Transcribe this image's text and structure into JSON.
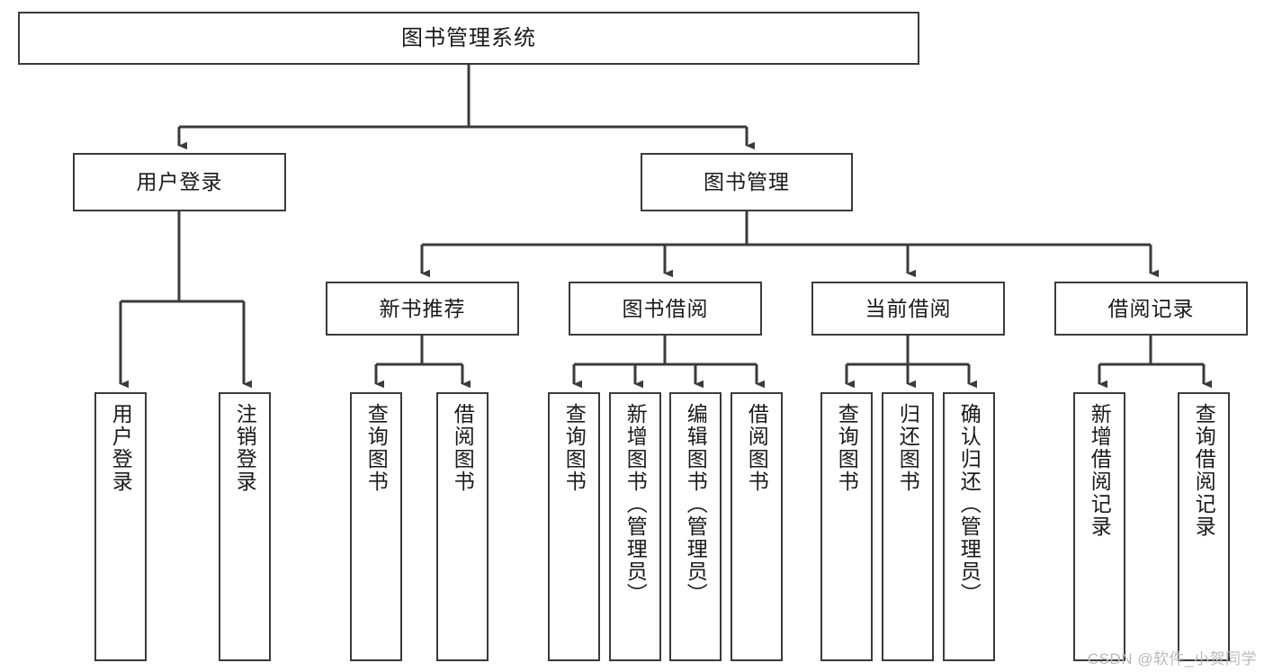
{
  "diagram": {
    "type": "tree-hierarchy-chart",
    "title": "图书管理系统",
    "watermark": "CSDN @软件_小贺同学",
    "colors": {
      "box_border": "#3b3b3b",
      "box_fill": "#ffffff",
      "edge": "#3b3b3b",
      "text": "#1a1a1a",
      "watermark": "#b9b9b9",
      "background": "#ffffff"
    },
    "root": {
      "label": "图书管理系统"
    },
    "level1": [
      {
        "id": "user-login",
        "label": "用户登录"
      },
      {
        "id": "book-management",
        "label": "图书管理"
      }
    ],
    "level2": [
      {
        "id": "new-book-recommend",
        "label": "新书推荐"
      },
      {
        "id": "book-borrow",
        "label": "图书借阅"
      },
      {
        "id": "current-borrow",
        "label": "当前借阅"
      },
      {
        "id": "borrow-record",
        "label": "借阅记录"
      }
    ],
    "leaves": {
      "user-login": [
        {
          "id": "leaf-user-login",
          "label": "用户登录"
        },
        {
          "id": "leaf-logout-login",
          "label": "注销登录"
        }
      ],
      "new-book-recommend": [
        {
          "id": "leaf-query-book-1",
          "label": "查询图书"
        },
        {
          "id": "leaf-borrow-book-1",
          "label": "借阅图书"
        }
      ],
      "book-borrow": [
        {
          "id": "leaf-query-book-2",
          "label": "查询图书"
        },
        {
          "id": "leaf-add-book",
          "label": "新增图书（管理员）"
        },
        {
          "id": "leaf-edit-book",
          "label": "编辑图书（管理员）"
        },
        {
          "id": "leaf-borrow-book-2",
          "label": "借阅图书"
        }
      ],
      "current-borrow": [
        {
          "id": "leaf-query-book-3",
          "label": "查询图书"
        },
        {
          "id": "leaf-return-book",
          "label": "归还图书"
        },
        {
          "id": "leaf-confirm-return",
          "label": "确认归还（管理员）"
        }
      ],
      "borrow-record": [
        {
          "id": "leaf-add-record",
          "label": "新增借阅记录"
        },
        {
          "id": "leaf-query-record",
          "label": "查询借阅记录"
        }
      ]
    }
  }
}
